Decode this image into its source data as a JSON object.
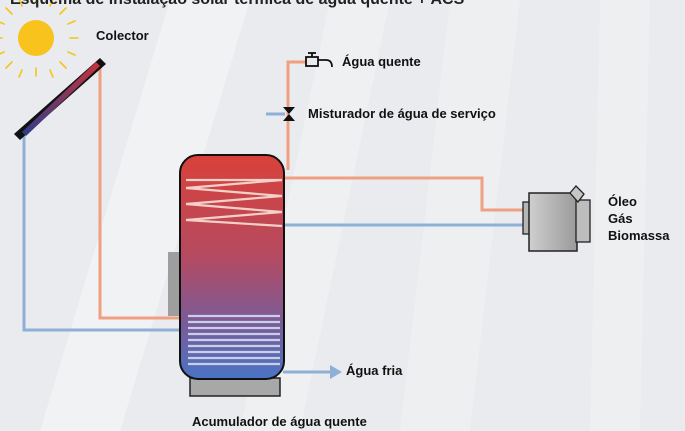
{
  "diagram": {
    "title_partial": "Esquema de instalação solar térmica de água quente + ACS",
    "labels": {
      "collector": "Colector",
      "hot_water": "Água quente",
      "mixer": "Misturador de água de serviço",
      "cold_water": "Água fria",
      "tank": "Acumulador de água quente",
      "fuels": [
        "Óleo",
        "Gás",
        "Biomassa"
      ]
    },
    "colors": {
      "background": "#e9ebee",
      "hot_pipe": "#f0a080",
      "cold_pipe": "#8fb0d6",
      "sun": "#f5c518",
      "tank_top": "#d9413a",
      "tank_bottom": "#4a74c4",
      "heater_body": "#b5b5b5"
    }
  }
}
